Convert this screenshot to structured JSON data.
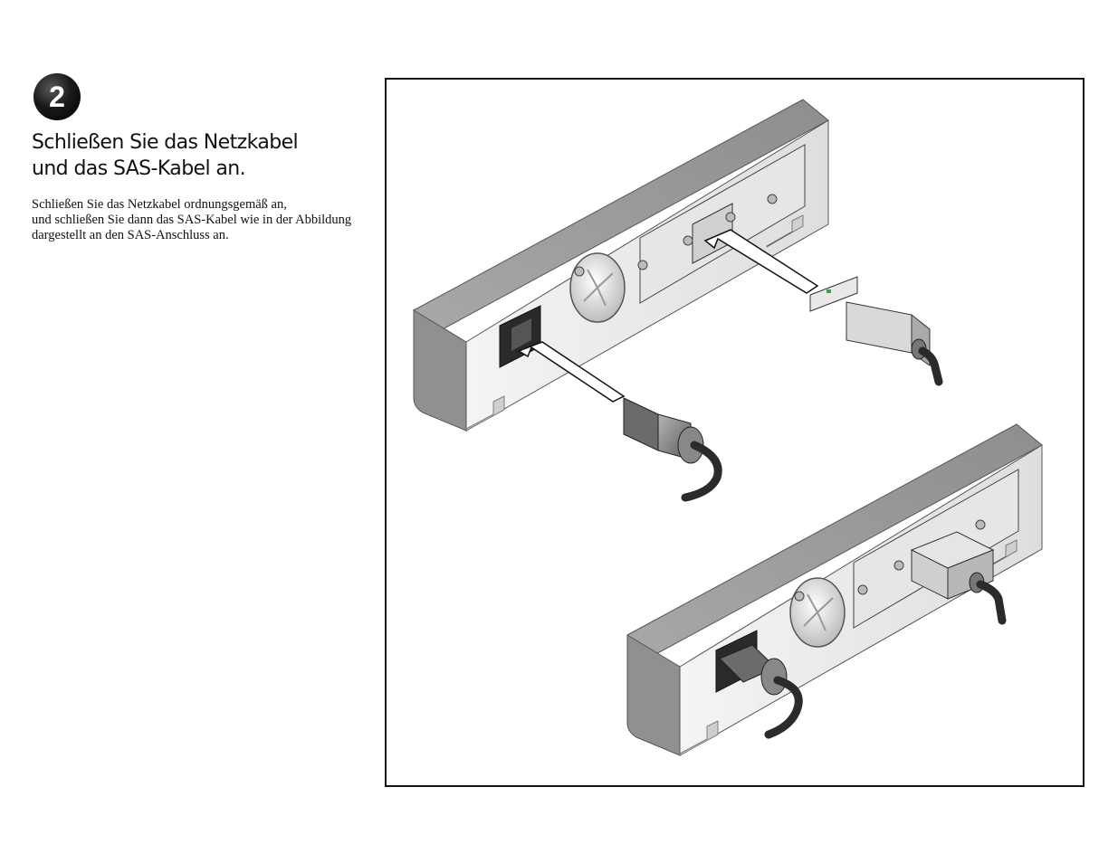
{
  "step": {
    "number": "2"
  },
  "heading": {
    "line1": "Schließen Sie das Netzkabel",
    "line2": "und das SAS-Kabel an."
  },
  "body": {
    "line1": "Schließen Sie das Netzkabel ordnungsgemäß an,",
    "line2": "und schließen Sie dann das SAS-Kabel wie in der Abbildung",
    "line3": "dargestellt an den SAS-Anschluss an."
  },
  "colors": {
    "badge": "#000000",
    "chassis_top": "#9a9a9a",
    "chassis_front": "#eeeeee",
    "chassis_side": "#8c8c8c",
    "cable": "#2b2b2b",
    "led": "#2ea84a"
  }
}
